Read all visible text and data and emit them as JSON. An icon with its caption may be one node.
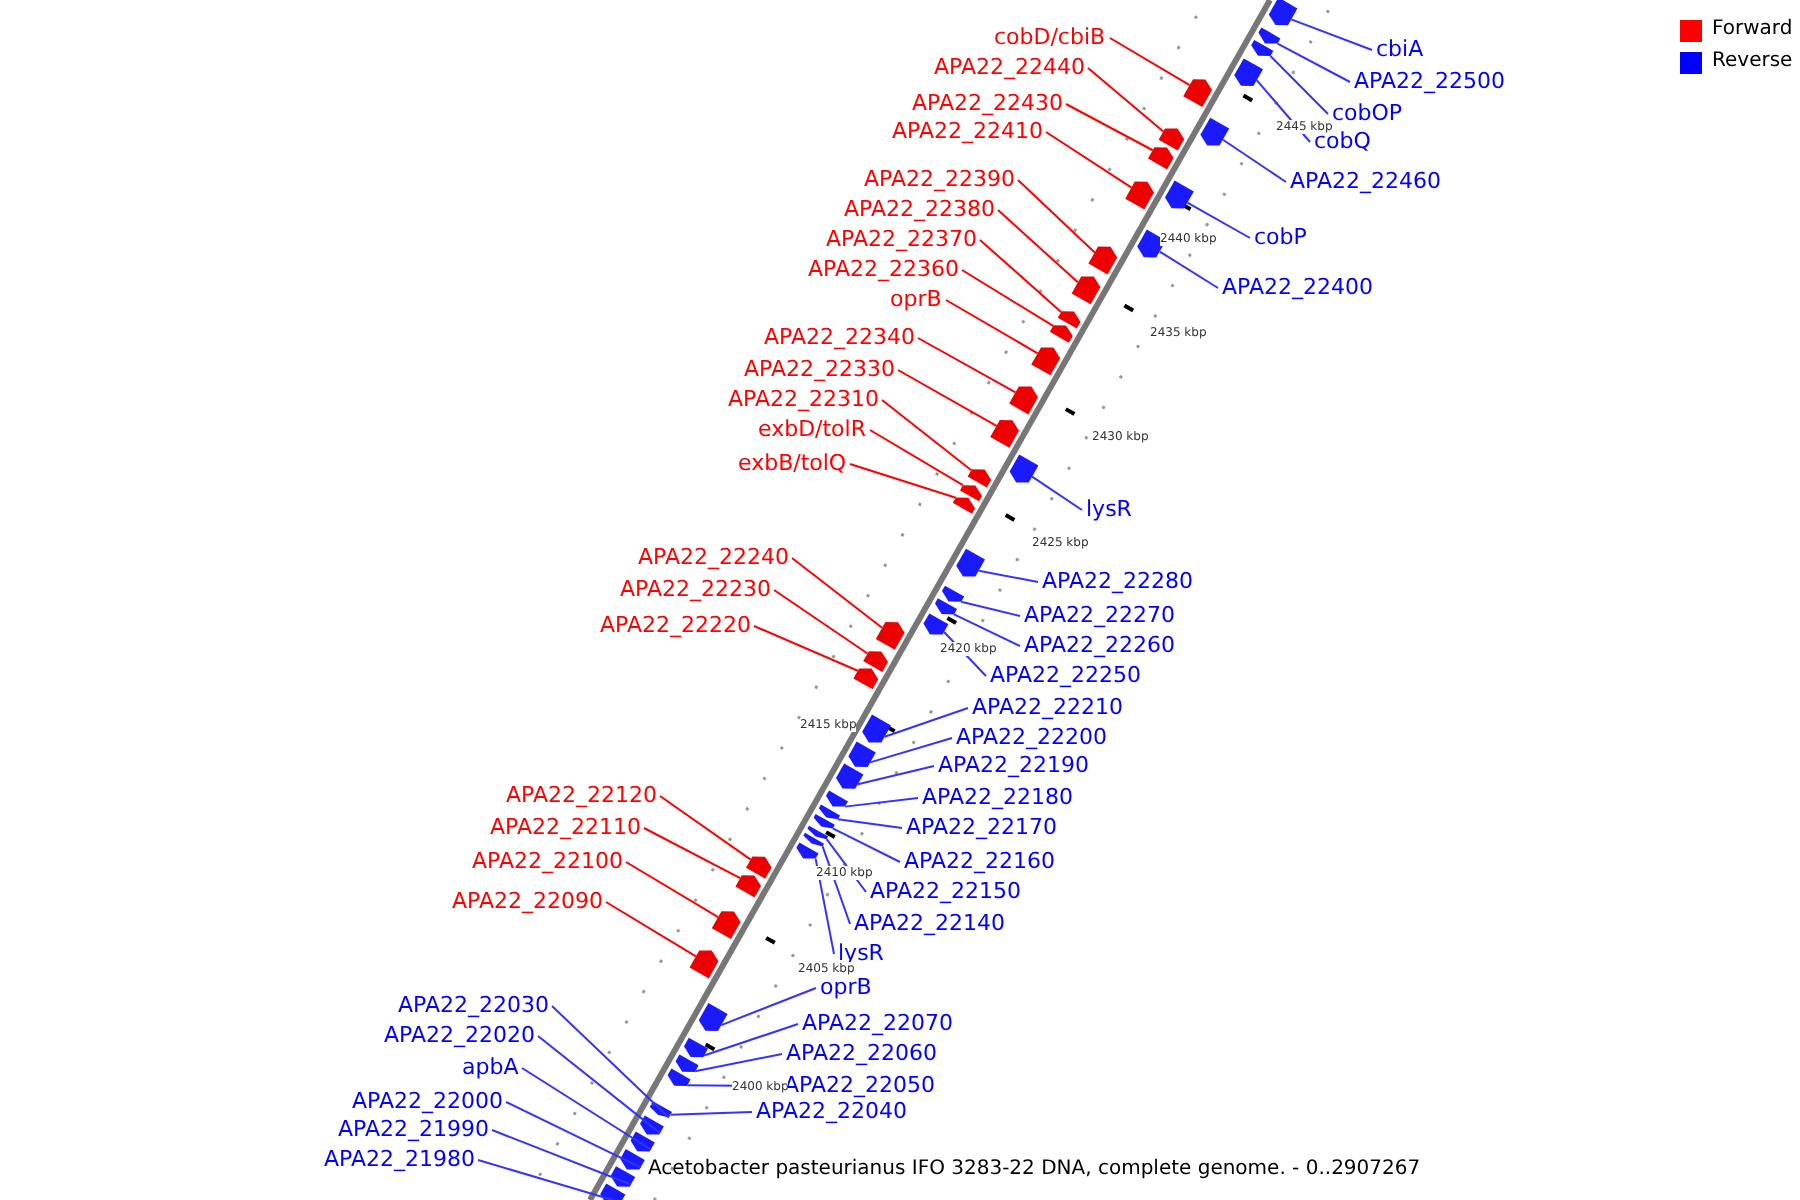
{
  "diagram": {
    "caption": "Acetobacter pasteurianus IFO 3283-22 DNA, complete genome. - 0..2907267",
    "nodes": [
      {
        "text": [
          "cobD/cbiB"
        ]
      },
      {
        "text": [
          "APA22_22440"
        ]
      },
      {
        "text": [
          "APA22_22430"
        ]
      },
      {
        "text": [
          "APA22_22410"
        ]
      },
      {
        "text": [
          "APA22_22390"
        ]
      },
      {
        "text": [
          "APA22_22380"
        ]
      },
      {
        "text": [
          "APA22_22370"
        ]
      },
      {
        "text": [
          "APA22_22360"
        ]
      },
      {
        "text": [
          "oprB"
        ]
      },
      {
        "text": [
          "APA22_22340"
        ]
      },
      {
        "text": [
          "APA22_22330"
        ]
      },
      {
        "text": [
          "APA22_22310"
        ]
      },
      {
        "text": [
          "exbD/tolR"
        ]
      },
      {
        "text": [
          "exbB/tolQ"
        ]
      },
      {
        "text": [
          "APA22_22240"
        ]
      },
      {
        "text": [
          "APA22_22230"
        ]
      },
      {
        "text": [
          "APA22_22220"
        ]
      },
      {
        "text": [
          "APA22_22120"
        ]
      },
      {
        "text": [
          "APA22_22110"
        ]
      },
      {
        "text": [
          "APA22_22100"
        ]
      },
      {
        "text": [
          "APA22_22090"
        ]
      },
      {
        "text": [
          "APA22_22030"
        ]
      },
      {
        "text": [
          "APA22_22020"
        ]
      },
      {
        "text": [
          "apbA"
        ]
      },
      {
        "text": [
          "APA22_22000"
        ]
      },
      {
        "text": [
          "APA22_21990"
        ]
      },
      {
        "text": [
          "APA22_21980"
        ]
      },
      {
        "text": [
          "cbiA"
        ]
      },
      {
        "text": [
          "APA22_22500"
        ]
      },
      {
        "text": [
          "cobOP"
        ]
      },
      {
        "text": [
          "cobQ"
        ]
      },
      {
        "text": [
          "APA22_22460"
        ]
      },
      {
        "text": [
          "cobP"
        ]
      },
      {
        "text": [
          "APA22_22400"
        ]
      },
      {
        "text": [
          "lysR"
        ]
      },
      {
        "text": [
          "APA22_22280"
        ]
      },
      {
        "text": [
          "APA22_22270"
        ]
      },
      {
        "text": [
          "APA22_22260"
        ]
      },
      {
        "text": [
          "APA22_22250"
        ]
      },
      {
        "text": [
          "APA22_22210"
        ]
      },
      {
        "text": [
          "APA22_22200"
        ]
      },
      {
        "text": [
          "APA22_22190"
        ]
      },
      {
        "text": [
          "APA22_22180"
        ]
      },
      {
        "text": [
          "APA22_22170"
        ]
      },
      {
        "text": [
          "APA22_22160"
        ]
      },
      {
        "text": [
          "APA22_22150"
        ]
      },
      {
        "text": [
          "APA22_22140"
        ]
      },
      {
        "text": [
          "lysR"
        ]
      },
      {
        "text": [
          "oprB"
        ]
      },
      {
        "text": [
          "APA22_22070"
        ]
      },
      {
        "text": [
          "APA22_22060"
        ]
      },
      {
        "text": [
          "APA22_22050"
        ]
      },
      {
        "text": [
          "APA22_22040"
        ]
      },
      {
        "text": [],
        "shape": "box"
      },
      {
        "text": [],
        "shape": "box"
      },
      {
        "text": [],
        "shape": "box"
      },
      {
        "text": [],
        "shape": "box"
      },
      {
        "text": [],
        "shape": "box"
      },
      {
        "text": [],
        "shape": "box"
      },
      {
        "text": [],
        "shape": "box"
      },
      {
        "text": [],
        "shape": "box"
      },
      {
        "text": [],
        "shape": "box"
      },
      {
        "text": [],
        "shape": "box"
      },
      {
        "text": [],
        "shape": "box"
      },
      {
        "text": [],
        "shape": "box"
      },
      {
        "text": [],
        "shape": "box"
      },
      {
        "text": [],
        "shape": "box"
      },
      {
        "text": [],
        "shape": "box"
      },
      {
        "text": [],
        "shape": "box"
      },
      {
        "text": [],
        "shape": "box"
      },
      {
        "text": [],
        "shape": "box"
      },
      {
        "text": [],
        "shape": "box"
      },
      {
        "text": [],
        "shape": "box"
      },
      {
        "text": [],
        "shape": "box"
      },
      {
        "text": [],
        "shape": "box"
      },
      {
        "text": [],
        "shape": "box"
      },
      {
        "text": [],
        "shape": "box"
      },
      {
        "text": [],
        "shape": "box"
      },
      {
        "text": [],
        "shape": "box"
      },
      {
        "text": [],
        "shape": "box"
      },
      {
        "text": [],
        "shape": "box"
      },
      {
        "text": [],
        "shape": "box"
      },
      {
        "text": [],
        "shape": "box"
      },
      {
        "text": [],
        "shape": "box"
      },
      {
        "text": [],
        "shape": "box"
      },
      {
        "text": [],
        "shape": "box"
      },
      {
        "text": [],
        "shape": "box"
      },
      {
        "text": [],
        "shape": "box"
      },
      {
        "text": [],
        "shape": "box"
      },
      {
        "text": [],
        "shape": "box"
      },
      {
        "text": [],
        "shape": "box"
      },
      {
        "text": [],
        "shape": "box"
      },
      {
        "text": [],
        "shape": "box"
      },
      {
        "text": [],
        "shape": "box"
      },
      {
        "text": [],
        "shape": "box"
      },
      {
        "text": [],
        "shape": "box"
      },
      {
        "text": [],
        "shape": "box"
      },
      {
        "text": [],
        "shape": "box"
      },
      {
        "text": [],
        "shape": "box"
      },
      {
        "text": [],
        "shape": "box"
      },
      {
        "text": [],
        "shape": "box"
      },
      {
        "text": [],
        "shape": "box"
      },
      {
        "text": [],
        "shape": "box"
      },
      {
        "text": [],
        "shape": "box"
      },
      {
        "text": [],
        "shape": "box"
      },
      {
        "text": [],
        "shape": "box"
      }
    ],
    "edges": [
      {
        "from": 0,
        "to": 53,
        "arrow": "none",
        "color": "#ff0000"
      },
      {
        "from": 1,
        "to": 54,
        "arrow": "none",
        "color": "#ff0000"
      },
      {
        "from": 2,
        "to": 55,
        "arrow": "none",
        "color": "#ff0000"
      },
      {
        "from": 3,
        "to": 56,
        "arrow": "none",
        "color": "#ff0000"
      },
      {
        "from": 4,
        "to": 57,
        "arrow": "none",
        "color": "#ff0000"
      },
      {
        "from": 5,
        "to": 58,
        "arrow": "none",
        "color": "#ff0000"
      },
      {
        "from": 6,
        "to": 59,
        "arrow": "none",
        "color": "#ff0000"
      },
      {
        "from": 7,
        "to": 60,
        "arrow": "none",
        "color": "#ff0000"
      },
      {
        "from": 8,
        "to": 61,
        "arrow": "none",
        "color": "#ff0000"
      },
      {
        "from": 9,
        "to": 62,
        "arrow": "none",
        "color": "#ff0000"
      },
      {
        "from": 10,
        "to": 63,
        "arrow": "none",
        "color": "#ff0000"
      },
      {
        "from": 11,
        "to": 64,
        "arrow": "none",
        "color": "#ff0000"
      },
      {
        "from": 12,
        "to": 65,
        "arrow": "none",
        "color": "#ff0000"
      },
      {
        "from": 13,
        "to": 66,
        "arrow": "none",
        "color": "#ff0000"
      },
      {
        "from": 14,
        "to": 67,
        "arrow": "none",
        "color": "#ff0000"
      },
      {
        "from": 15,
        "to": 68,
        "arrow": "none",
        "color": "#ff0000"
      },
      {
        "from": 16,
        "to": 69,
        "arrow": "none",
        "color": "#ff0000"
      },
      {
        "from": 17,
        "to": 70,
        "arrow": "none",
        "color": "#ff0000"
      },
      {
        "from": 18,
        "to": 71,
        "arrow": "none",
        "color": "#ff0000"
      },
      {
        "from": 19,
        "to": 72,
        "arrow": "none",
        "color": "#ff0000"
      },
      {
        "from": 20,
        "to": 73,
        "arrow": "none",
        "color": "#ff0000"
      },
      {
        "from": 21,
        "to": 74,
        "arrow": "none"
      },
      {
        "from": 22,
        "to": 75,
        "arrow": "none"
      },
      {
        "from": 23,
        "to": 76,
        "arrow": "none"
      },
      {
        "from": 24,
        "to": 77,
        "arrow": "none"
      },
      {
        "from": 25,
        "to": 78,
        "arrow": "none"
      },
      {
        "from": 26,
        "to": 79,
        "arrow": "none"
      },
      {
        "from": 27,
        "to": 80,
        "arrow": "none"
      },
      {
        "from": 28,
        "to": 81,
        "arrow": "none"
      },
      {
        "from": 29,
        "to": 82,
        "arrow": "none"
      },
      {
        "from": 30,
        "to": 83,
        "arrow": "none"
      },
      {
        "from": 31,
        "to": 84,
        "arrow": "none"
      },
      {
        "from": 32,
        "to": 85,
        "arrow": "none"
      },
      {
        "from": 33,
        "to": 86,
        "arrow": "none"
      },
      {
        "from": 34,
        "to": 87,
        "arrow": "none"
      },
      {
        "from": 35,
        "to": 88,
        "arrow": "none"
      },
      {
        "from": 36,
        "to": 89,
        "arrow": "none"
      },
      {
        "from": 37,
        "to": 90,
        "arrow": "none"
      },
      {
        "from": 38,
        "to": 91,
        "arrow": "none"
      },
      {
        "from": 39,
        "to": 92,
        "arrow": "none"
      },
      {
        "from": 40,
        "to": 93,
        "arrow": "none"
      },
      {
        "from": 41,
        "to": 94,
        "arrow": "none"
      },
      {
        "from": 42,
        "to": 95,
        "arrow": "none"
      },
      {
        "from": 43,
        "to": 96,
        "arrow": "none"
      },
      {
        "from": 44,
        "to": 97,
        "arrow": "none"
      },
      {
        "from": 45,
        "to": 98,
        "arrow": "none"
      },
      {
        "from": 46,
        "to": 99,
        "arrow": "none"
      },
      {
        "from": 47,
        "to": 100,
        "arrow": "none"
      },
      {
        "from": 48,
        "to": 101,
        "arrow": "none"
      },
      {
        "from": 49,
        "to": 102,
        "arrow": "none"
      },
      {
        "from": 50,
        "to": 103,
        "arrow": "none"
      },
      {
        "from": 51,
        "to": 104,
        "arrow": "none"
      },
      {
        "from": 52,
        "to": 105,
        "arrow": "none"
      }
    ],
    "labels": [
      "2445 kbp",
      "2440 kbp",
      "2435 kbp",
      "2430 kbp",
      "2425 kbp",
      "2420 kbp",
      "2415 kbp",
      "2410 kbp",
      "2405 kbp",
      "2400 kbp"
    ],
    "legend": [
      {
        "text": "Forward",
        "color": "#ff0000"
      },
      {
        "text": "Reverse",
        "color": "#0000ff"
      }
    ]
  }
}
